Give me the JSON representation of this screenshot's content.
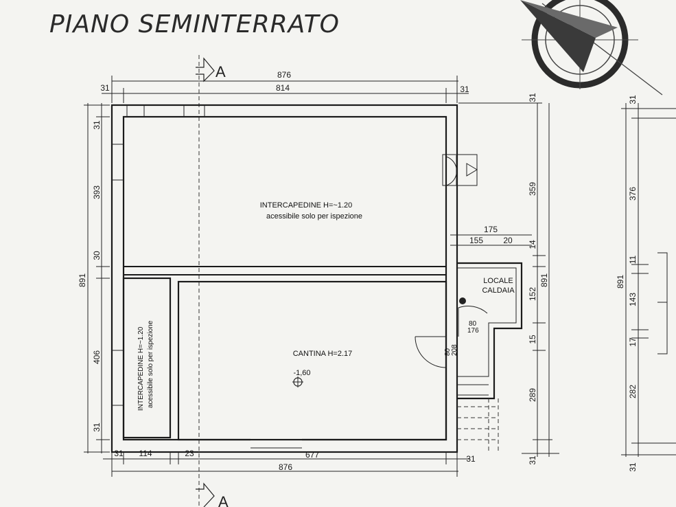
{
  "title": "PIANO SEMINTERRATO",
  "section_marks": {
    "top": "A",
    "bottom": "A"
  },
  "rooms": {
    "intercapedine_top": {
      "line1": "INTERCAPEDINE H=~1.20",
      "line2": "acessibile solo per ispezione"
    },
    "intercapedine_left": {
      "line1": "INTERCAPEDINE H=~1.20",
      "line2": "acessibile solo per ispezione"
    },
    "cantina": {
      "label": "CANTINA H=2.17",
      "level": "-1,60"
    },
    "locale_caldaia": {
      "line1": "LOCALE",
      "line2": "CALDAIA"
    }
  },
  "doors": {
    "caldaia_door": {
      "w": "80",
      "h": "176"
    },
    "cantina_door": {
      "w": "80",
      "h": "208"
    }
  },
  "dimensions": {
    "top_total": "876",
    "top_inner": "814",
    "top_left_wall": "31",
    "top_right_wall": "31",
    "bottom_total": "876",
    "bottom_left_wall": "31",
    "bottom_114": "114",
    "bottom_23": "23",
    "bottom_677": "677",
    "bottom_right_wall": "31",
    "left_total": "891",
    "left_31_top": "31",
    "left_393": "393",
    "left_30": "30",
    "left_406": "406",
    "left_31_bottom": "31",
    "right_175": "175",
    "right_155": "155",
    "right_20": "20",
    "right_14": "14",
    "right_31_top": "31",
    "right_359": "359",
    "right_152": "152",
    "right_15": "15",
    "right_289": "289",
    "right_891": "891",
    "right_31_bottom": "31",
    "far_31_top": "31",
    "far_376": "376",
    "far_891": "891",
    "far_11": "11",
    "far_143": "143",
    "far_17": "17",
    "far_282": "282",
    "far_31_bottom": "31"
  }
}
